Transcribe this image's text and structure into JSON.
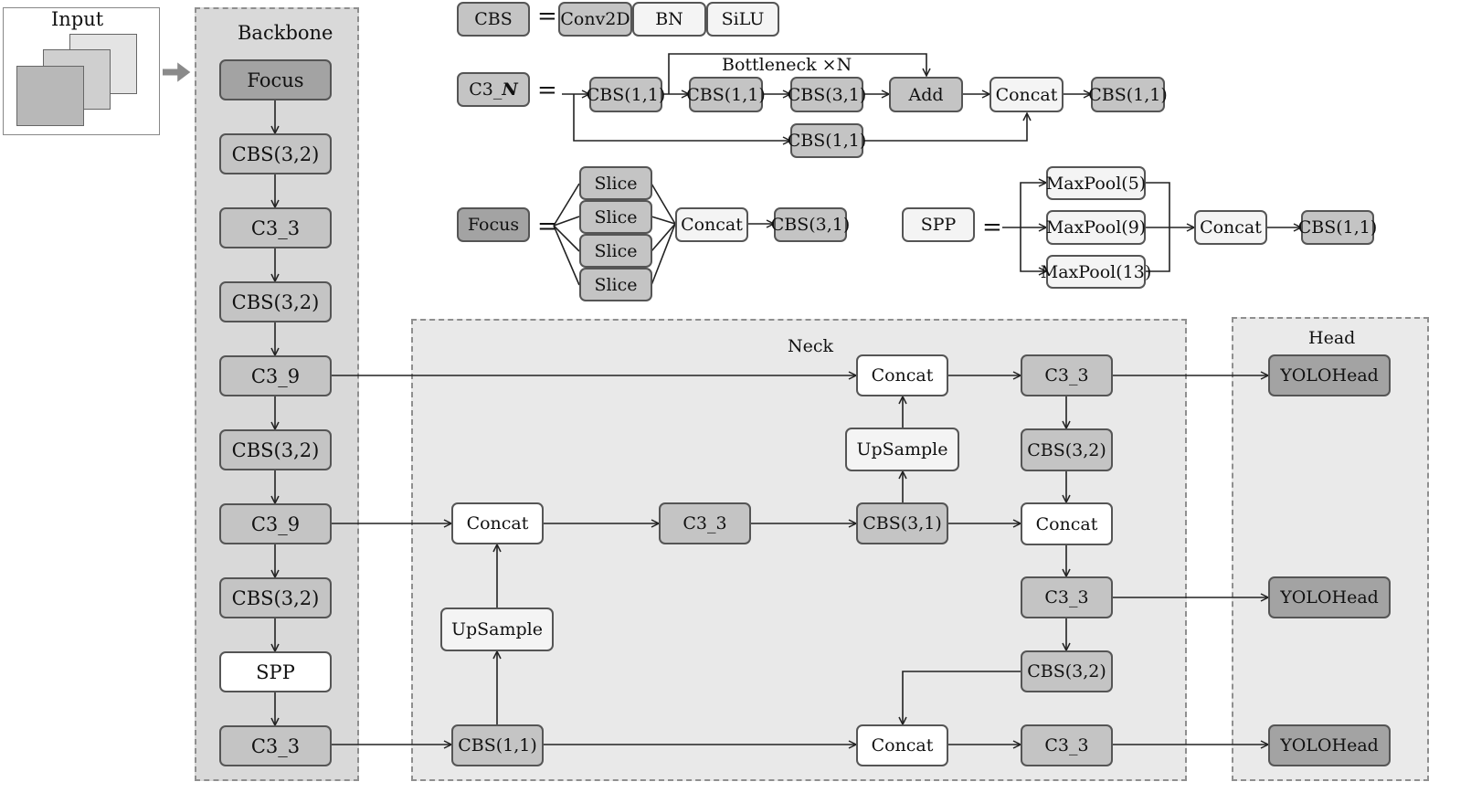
{
  "input": {
    "label": "Input"
  },
  "regions": {
    "backbone": "Backbone",
    "neck": "Neck",
    "head": "Head"
  },
  "legend": {
    "cbs": {
      "name": "CBS",
      "eq": "=",
      "parts": [
        "Conv2D",
        "BN",
        "SiLU"
      ]
    },
    "c3n": {
      "name_prefix": "C3_",
      "name_suffix": "N",
      "eq": "=",
      "bottleneck_label": "Bottleneck ×N",
      "nodes": [
        "CBS(1,1)",
        "CBS(1,1)",
        "CBS(3,1)",
        "Add",
        "Concat",
        "CBS(1,1)",
        "CBS(1,1)"
      ]
    },
    "focus": {
      "name": "Focus",
      "eq": "=",
      "slices": [
        "Slice",
        "Slice",
        "Slice",
        "Slice"
      ],
      "concat": "Concat",
      "cbs": "CBS(3,1)"
    },
    "spp": {
      "name": "SPP",
      "eq": "=",
      "pools": [
        "MaxPool(5)",
        "MaxPool(9)",
        "MaxPool(13)"
      ],
      "concat": "Concat",
      "cbs": "CBS(1,1)"
    }
  },
  "backbone": [
    "Focus",
    "CBS(3,2)",
    "C3_3",
    "CBS(3,2)",
    "C3_9",
    "CBS(3,2)",
    "C3_9",
    "CBS(3,2)",
    "SPP",
    "C3_3"
  ],
  "neck": {
    "row1": [
      "Concat",
      "C3_3"
    ],
    "upsample_top": "UpSample",
    "cbs_right_1": "CBS(3,2)",
    "row2": [
      "Concat",
      "C3_3",
      "CBS(3,1)",
      "Concat"
    ],
    "row3_c3": "C3_3",
    "upsample_left": "UpSample",
    "cbs_right_2": "CBS(3,2)",
    "row4": [
      "CBS(1,1)",
      "Concat",
      "C3_3"
    ]
  },
  "head": [
    "YOLOHead",
    "YOLOHead",
    "YOLOHead"
  ]
}
